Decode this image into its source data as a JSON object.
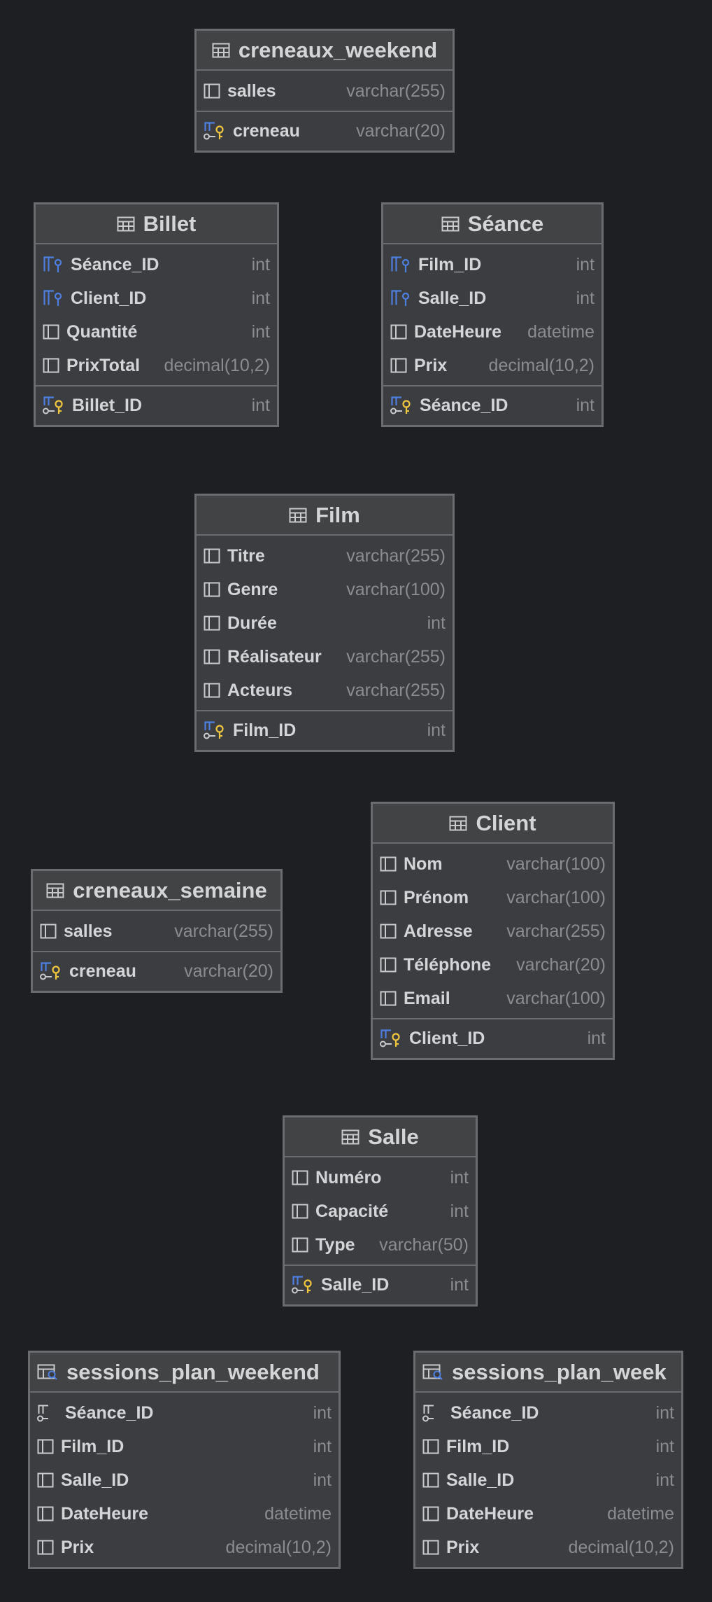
{
  "tables": [
    {
      "name": "creneaux_weekend",
      "kind": "table",
      "columns": [
        {
          "name": "salles",
          "type": "varchar(255)",
          "icon": "column"
        }
      ],
      "key_columns": [
        {
          "name": "creneau",
          "type": "varchar(20)",
          "icon": "primary-key"
        }
      ]
    },
    {
      "name": "Billet",
      "kind": "table",
      "columns": [
        {
          "name": "Séance_ID",
          "type": "int",
          "icon": "foreign-key"
        },
        {
          "name": "Client_ID",
          "type": "int",
          "icon": "foreign-key"
        },
        {
          "name": "Quantité",
          "type": "int",
          "icon": "column"
        },
        {
          "name": "PrixTotal",
          "type": "decimal(10,2)",
          "icon": "column"
        }
      ],
      "key_columns": [
        {
          "name": "Billet_ID",
          "type": "int",
          "icon": "primary-key"
        }
      ]
    },
    {
      "name": "Séance",
      "kind": "table",
      "columns": [
        {
          "name": "Film_ID",
          "type": "int",
          "icon": "foreign-key"
        },
        {
          "name": "Salle_ID",
          "type": "int",
          "icon": "foreign-key"
        },
        {
          "name": "DateHeure",
          "type": "datetime",
          "icon": "column"
        },
        {
          "name": "Prix",
          "type": "decimal(10,2)",
          "icon": "column"
        }
      ],
      "key_columns": [
        {
          "name": "Séance_ID",
          "type": "int",
          "icon": "primary-key"
        }
      ]
    },
    {
      "name": "Film",
      "kind": "table",
      "columns": [
        {
          "name": "Titre",
          "type": "varchar(255)",
          "icon": "column"
        },
        {
          "name": "Genre",
          "type": "varchar(100)",
          "icon": "column"
        },
        {
          "name": "Durée",
          "type": "int",
          "icon": "column"
        },
        {
          "name": "Réalisateur",
          "type": "varchar(255)",
          "icon": "column"
        },
        {
          "name": "Acteurs",
          "type": "varchar(255)",
          "icon": "column"
        }
      ],
      "key_columns": [
        {
          "name": "Film_ID",
          "type": "int",
          "icon": "primary-key"
        }
      ]
    },
    {
      "name": "Client",
      "kind": "table",
      "columns": [
        {
          "name": "Nom",
          "type": "varchar(100)",
          "icon": "column"
        },
        {
          "name": "Prénom",
          "type": "varchar(100)",
          "icon": "column"
        },
        {
          "name": "Adresse",
          "type": "varchar(255)",
          "icon": "column"
        },
        {
          "name": "Téléphone",
          "type": "varchar(20)",
          "icon": "column"
        },
        {
          "name": "Email",
          "type": "varchar(100)",
          "icon": "column"
        }
      ],
      "key_columns": [
        {
          "name": "Client_ID",
          "type": "int",
          "icon": "primary-key"
        }
      ]
    },
    {
      "name": "creneaux_semaine",
      "kind": "table",
      "columns": [
        {
          "name": "salles",
          "type": "varchar(255)",
          "icon": "column"
        }
      ],
      "key_columns": [
        {
          "name": "creneau",
          "type": "varchar(20)",
          "icon": "primary-key"
        }
      ]
    },
    {
      "name": "Salle",
      "kind": "table",
      "columns": [
        {
          "name": "Numéro",
          "type": "int",
          "icon": "column"
        },
        {
          "name": "Capacité",
          "type": "int",
          "icon": "column"
        },
        {
          "name": "Type",
          "type": "varchar(50)",
          "icon": "column"
        }
      ],
      "key_columns": [
        {
          "name": "Salle_ID",
          "type": "int",
          "icon": "primary-key"
        }
      ]
    },
    {
      "name": "sessions_plan_weekend",
      "kind": "view",
      "columns": [
        {
          "name": "Séance_ID",
          "type": "int",
          "icon": "view-key"
        },
        {
          "name": "Film_ID",
          "type": "int",
          "icon": "column"
        },
        {
          "name": "Salle_ID",
          "type": "int",
          "icon": "column"
        },
        {
          "name": "DateHeure",
          "type": "datetime",
          "icon": "column"
        },
        {
          "name": "Prix",
          "type": "decimal(10,2)",
          "icon": "column"
        }
      ],
      "key_columns": []
    },
    {
      "name": "sessions_plan_week",
      "kind": "view",
      "columns": [
        {
          "name": "Séance_ID",
          "type": "int",
          "icon": "view-key"
        },
        {
          "name": "Film_ID",
          "type": "int",
          "icon": "column"
        },
        {
          "name": "Salle_ID",
          "type": "int",
          "icon": "column"
        },
        {
          "name": "DateHeure",
          "type": "datetime",
          "icon": "column"
        },
        {
          "name": "Prix",
          "type": "decimal(10,2)",
          "icon": "column"
        }
      ],
      "key_columns": []
    }
  ],
  "colors": {
    "background": "#1e1f22",
    "table_fill": "#3b3d41",
    "header_fill": "#424345",
    "border": "#6a6c70",
    "name_text": "#d4d5d7",
    "type_text": "#8a8c90",
    "foreign_key": "#4d7fe0",
    "primary_key_accent": "#f0c63e"
  }
}
